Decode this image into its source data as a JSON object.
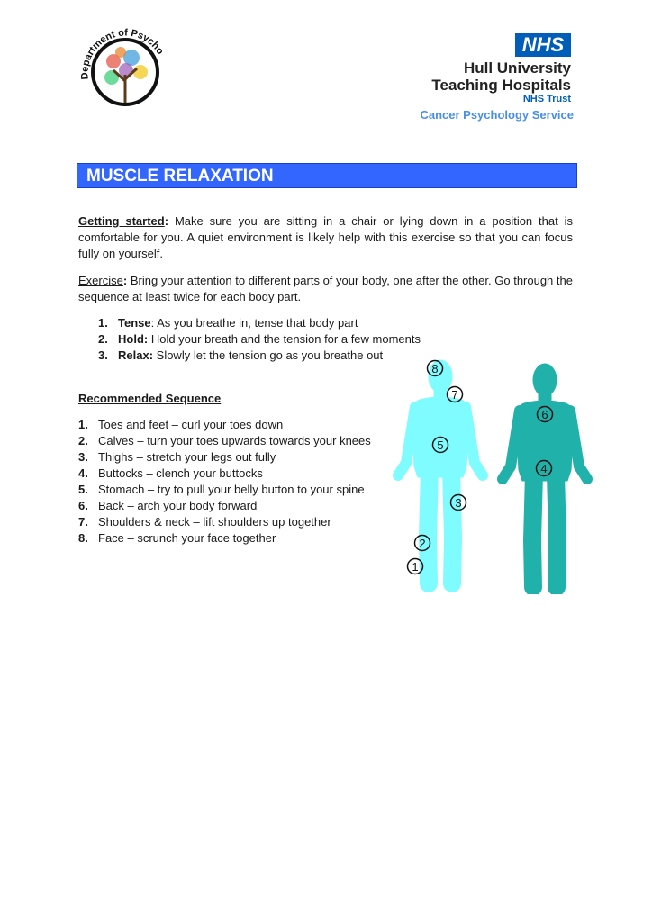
{
  "logos": {
    "dept_logo_text": "Department of Psychological Services",
    "nhs_badge": "NHS",
    "trust_line1": "Hull University",
    "trust_line2": "Teaching Hospitals",
    "trust_line3": "NHS Trust",
    "service": "Cancer Psychology Service"
  },
  "title": "MUSCLE RELAXATION",
  "getting_started": {
    "label": "Getting started",
    "colon": ":",
    "text": " Make sure you are sitting in a chair or lying down in a position that is comfortable for you. A quiet environment is likely help with this exercise so that you can focus fully on yourself."
  },
  "exercise": {
    "label": "Exercise",
    "colon": ":",
    "text": " Bring your attention to different parts of your body, one after the other. Go through the sequence at least twice for each body part."
  },
  "steps": [
    {
      "num": "1.",
      "label": "Tense",
      "text": ":  As you breathe in, tense that body part"
    },
    {
      "num": "2.",
      "label": "Hold:",
      "text": " Hold your breath and the tension for a few moments"
    },
    {
      "num": "3.",
      "label": "Relax:",
      "text": " Slowly let the tension go as you breathe out"
    }
  ],
  "sequence_heading": "Recommended Sequence",
  "sequence": [
    {
      "num": "1.",
      "text": "Toes and feet – curl your toes down"
    },
    {
      "num": "2.",
      "text": "Calves – turn your toes upwards towards your knees"
    },
    {
      "num": "3.",
      "text": "Thighs – stretch your legs out fully"
    },
    {
      "num": "4.",
      "text": "Buttocks – clench your buttocks"
    },
    {
      "num": "5.",
      "text": "Stomach – try to pull your belly button to your spine"
    },
    {
      "num": "6.",
      "text": "Back – arch your body forward"
    },
    {
      "num": "7.",
      "text": "Shoulders & neck – lift shoulders up together"
    },
    {
      "num": "8.",
      "text": "Face – scrunch your face together"
    }
  ],
  "diagram_markers": [
    "1",
    "2",
    "3",
    "4",
    "5",
    "6",
    "7",
    "8"
  ],
  "colors": {
    "title_bar": "#3366ff",
    "nhs_blue": "#005eb8",
    "service_blue": "#4a90e2",
    "front_body": "#7ffcff",
    "back_body": "#20b2aa"
  }
}
